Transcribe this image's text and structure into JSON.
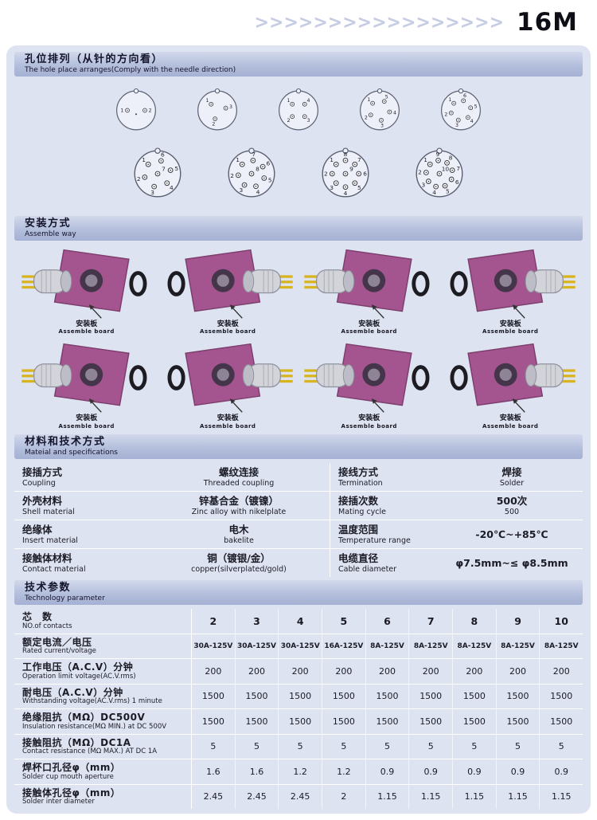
{
  "page": {
    "model": "16M",
    "arrows": ">>>>>>>>>>>>>>>>>"
  },
  "colors": {
    "panel_bg": "#dee3f1",
    "header_gradient_top": "#d2d9ec",
    "header_gradient_bottom": "#a5b1d4",
    "board_pink": "#a4548e",
    "pin_yellow": "#d8b51f"
  },
  "section_pins": {
    "title_zh": "孔位排列（从针的方向看）",
    "title_en": "The hole place arranges(Comply with the needle direction)",
    "rows": [
      [
        2,
        3,
        4,
        5,
        6
      ],
      [
        7,
        8,
        9,
        10
      ]
    ]
  },
  "section_assemble": {
    "title_zh": "安装方式",
    "title_en": "Assemble way",
    "board_label_zh": "安装板",
    "board_label_en": "Assemble board",
    "count": 8
  },
  "section_specs": {
    "title_zh": "材料和技术方式",
    "title_en": "Mateial and specifications",
    "rows": [
      {
        "l1_zh": "接插方式",
        "l1_en": "Coupling",
        "v1_zh": "螺纹连接",
        "v1_en": "Threaded coupling",
        "l2_zh": "接线方式",
        "l2_en": "Termination",
        "v2_zh": "焊接",
        "v2_en": "Solder"
      },
      {
        "l1_zh": "外壳材料",
        "l1_en": "Shell material",
        "v1_zh": "锌基合金（镀镍）",
        "v1_en": "Zinc alloy with nikelplate",
        "l2_zh": "接插次数",
        "l2_en": "Mating cycle",
        "v2_zh": "500次",
        "v2_en": "500"
      },
      {
        "l1_zh": "绝缘体",
        "l1_en": "Insert material",
        "v1_zh": "电木",
        "v1_en": "bakelite",
        "l2_zh": "温度范围",
        "l2_en": "Temperature range",
        "v2_zh": "-20℃~+85℃",
        "v2_en": ""
      },
      {
        "l1_zh": "接触体材料",
        "l1_en": "Contact material",
        "v1_zh": "铜（镀银/金）",
        "v1_en": "copper(silverplated/gold)",
        "l2_zh": "电缆直径",
        "l2_en": "Cable diameter",
        "v2_zh": "φ7.5mm~≤ φ8.5mm",
        "v2_en": ""
      }
    ]
  },
  "section_params": {
    "title_zh": "技术参数",
    "title_en": "Technology parameter",
    "rows": [
      {
        "zh": "芯　数",
        "en": "NO.of contacts",
        "values": [
          "2",
          "3",
          "4",
          "5",
          "6",
          "7",
          "8",
          "9",
          "10"
        ],
        "style": "head"
      },
      {
        "zh": "额定电流／电压",
        "en": "Rated current/voltage",
        "values": [
          "30A-125V",
          "30A-125V",
          "30A-125V",
          "16A-125V",
          "8A-125V",
          "8A-125V",
          "8A-125V",
          "8A-125V",
          "8A-125V"
        ],
        "style": "smallvals"
      },
      {
        "zh": "工作电压（A.C.V）分钟",
        "en": "Operation limit voltage(AC.V.rms)",
        "values": [
          "200",
          "200",
          "200",
          "200",
          "200",
          "200",
          "200",
          "200",
          "200"
        ],
        "style": ""
      },
      {
        "zh": "耐电压（A.C.V）分钟",
        "en": "Withstanding voltage(AC.V.rms) 1 minute",
        "values": [
          "1500",
          "1500",
          "1500",
          "1500",
          "1500",
          "1500",
          "1500",
          "1500",
          "1500"
        ],
        "style": ""
      },
      {
        "zh": "绝缘阻抗（MΩ）DC500V",
        "en": "Insulation resistance(MΩ MIN.) at DC 500V",
        "values": [
          "1500",
          "1500",
          "1500",
          "1500",
          "1500",
          "1500",
          "1500",
          "1500",
          "1500"
        ],
        "style": ""
      },
      {
        "zh": "接触阻抗（MΩ）DC1A",
        "en": "Contact resistance (MΩ MAX.) AT DC 1A",
        "values": [
          "5",
          "5",
          "5",
          "5",
          "5",
          "5",
          "5",
          "5",
          "5"
        ],
        "style": ""
      },
      {
        "zh": "焊杯口孔径φ（mm）",
        "en": "Solder cup mouth aperture",
        "values": [
          "1.6",
          "1.6",
          "1.2",
          "1.2",
          "0.9",
          "0.9",
          "0.9",
          "0.9",
          "0.9"
        ],
        "style": ""
      },
      {
        "zh": "接触体孔径φ（mm）",
        "en": "Solder inter diameter",
        "values": [
          "2.45",
          "2.45",
          "2.45",
          "2",
          "1.15",
          "1.15",
          "1.15",
          "1.15",
          "1.15"
        ],
        "style": ""
      }
    ]
  }
}
